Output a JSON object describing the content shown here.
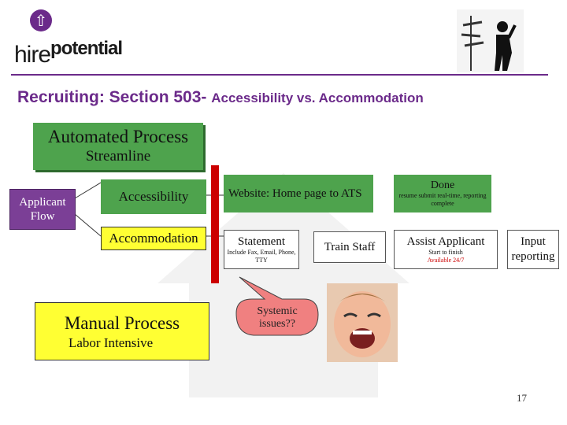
{
  "logo": {
    "left_text": "hire",
    "right_text": "potential",
    "icon": "upload-arrow-icon"
  },
  "header": {
    "title_main": "Recruiting: Section 503- ",
    "title_sub": "Accessibility vs. Accommodation"
  },
  "boxes": {
    "automated": "Automated Process",
    "streamline": "Streamline",
    "applicant_flow": "Applicant Flow",
    "accessibility": "Accessibility",
    "accommodation": "Accommodation",
    "website": "Website: Home page to ATS",
    "done": "Done",
    "done_note": "resume submit real-time, reporting complete",
    "statement": "Statement",
    "statement_note": "Include Fax, Email, Phone, TTY",
    "train_staff": "Train Staff",
    "assist_applicant": "Assist Applicant",
    "assist_note": "Start to finish",
    "assist_note2": "Available 24/7",
    "input_reporting": "Input reporting",
    "manual": "Manual Process",
    "labor": "Labor Intensive",
    "systemic": "Systemic issues??"
  },
  "page_number": "17",
  "colors": {
    "purple": "#6b2a8a",
    "green": "#4ea34d",
    "yellow": "#ffff33",
    "red_bar": "#cc0000",
    "pink": "#f08080",
    "red_note": "#cc0000"
  }
}
